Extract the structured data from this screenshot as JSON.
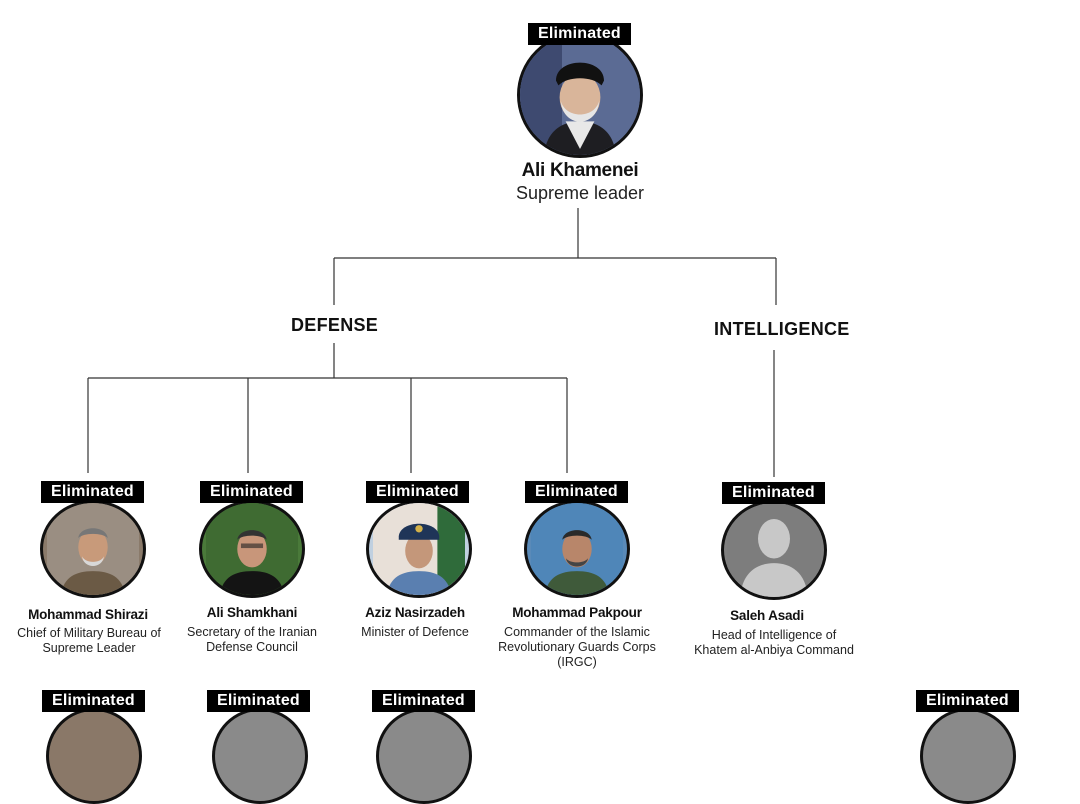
{
  "badge_label": "Eliminated",
  "colors": {
    "badge_bg": "#000000",
    "line": "#333333",
    "placeholder": "#8a8a8a"
  },
  "leader": {
    "name": "Ali Khamenei",
    "role": "Supreme leader",
    "status": "Eliminated"
  },
  "sections": {
    "defense": "DEFENSE",
    "intelligence": "INTELLIGENCE"
  },
  "defense_members": [
    {
      "name": "Mohammad Shirazi",
      "role": "Chief of Military Bureau of Supreme Leader",
      "status": "Eliminated"
    },
    {
      "name": "Ali Shamkhani",
      "role": "Secretary of the Iranian Defense Council",
      "status": "Eliminated"
    },
    {
      "name": "Aziz Nasirzadeh",
      "role": "Minister of Defence",
      "status": "Eliminated"
    },
    {
      "name": "Mohammad Pakpour",
      "role": "Commander of the Islamic Revolutionary Guards Corps (IRGC)",
      "status": "Eliminated"
    }
  ],
  "intelligence_members": [
    {
      "name": "Saleh Asadi",
      "role": "Head of Intelligence of Khatem al-Anbiya Command",
      "status": "Eliminated"
    }
  ]
}
